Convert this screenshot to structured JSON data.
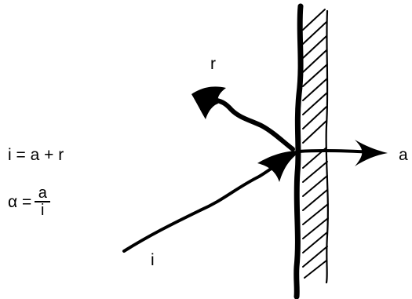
{
  "labels": {
    "reflected": "r",
    "absorbed": "a",
    "incident": "i"
  },
  "equations": {
    "sum": "i = a + r",
    "ratio_lhs": "α =",
    "ratio_numerator": "a",
    "ratio_denominator": "i"
  },
  "colors": {
    "ink": "#000000",
    "background": "#ffffff"
  }
}
